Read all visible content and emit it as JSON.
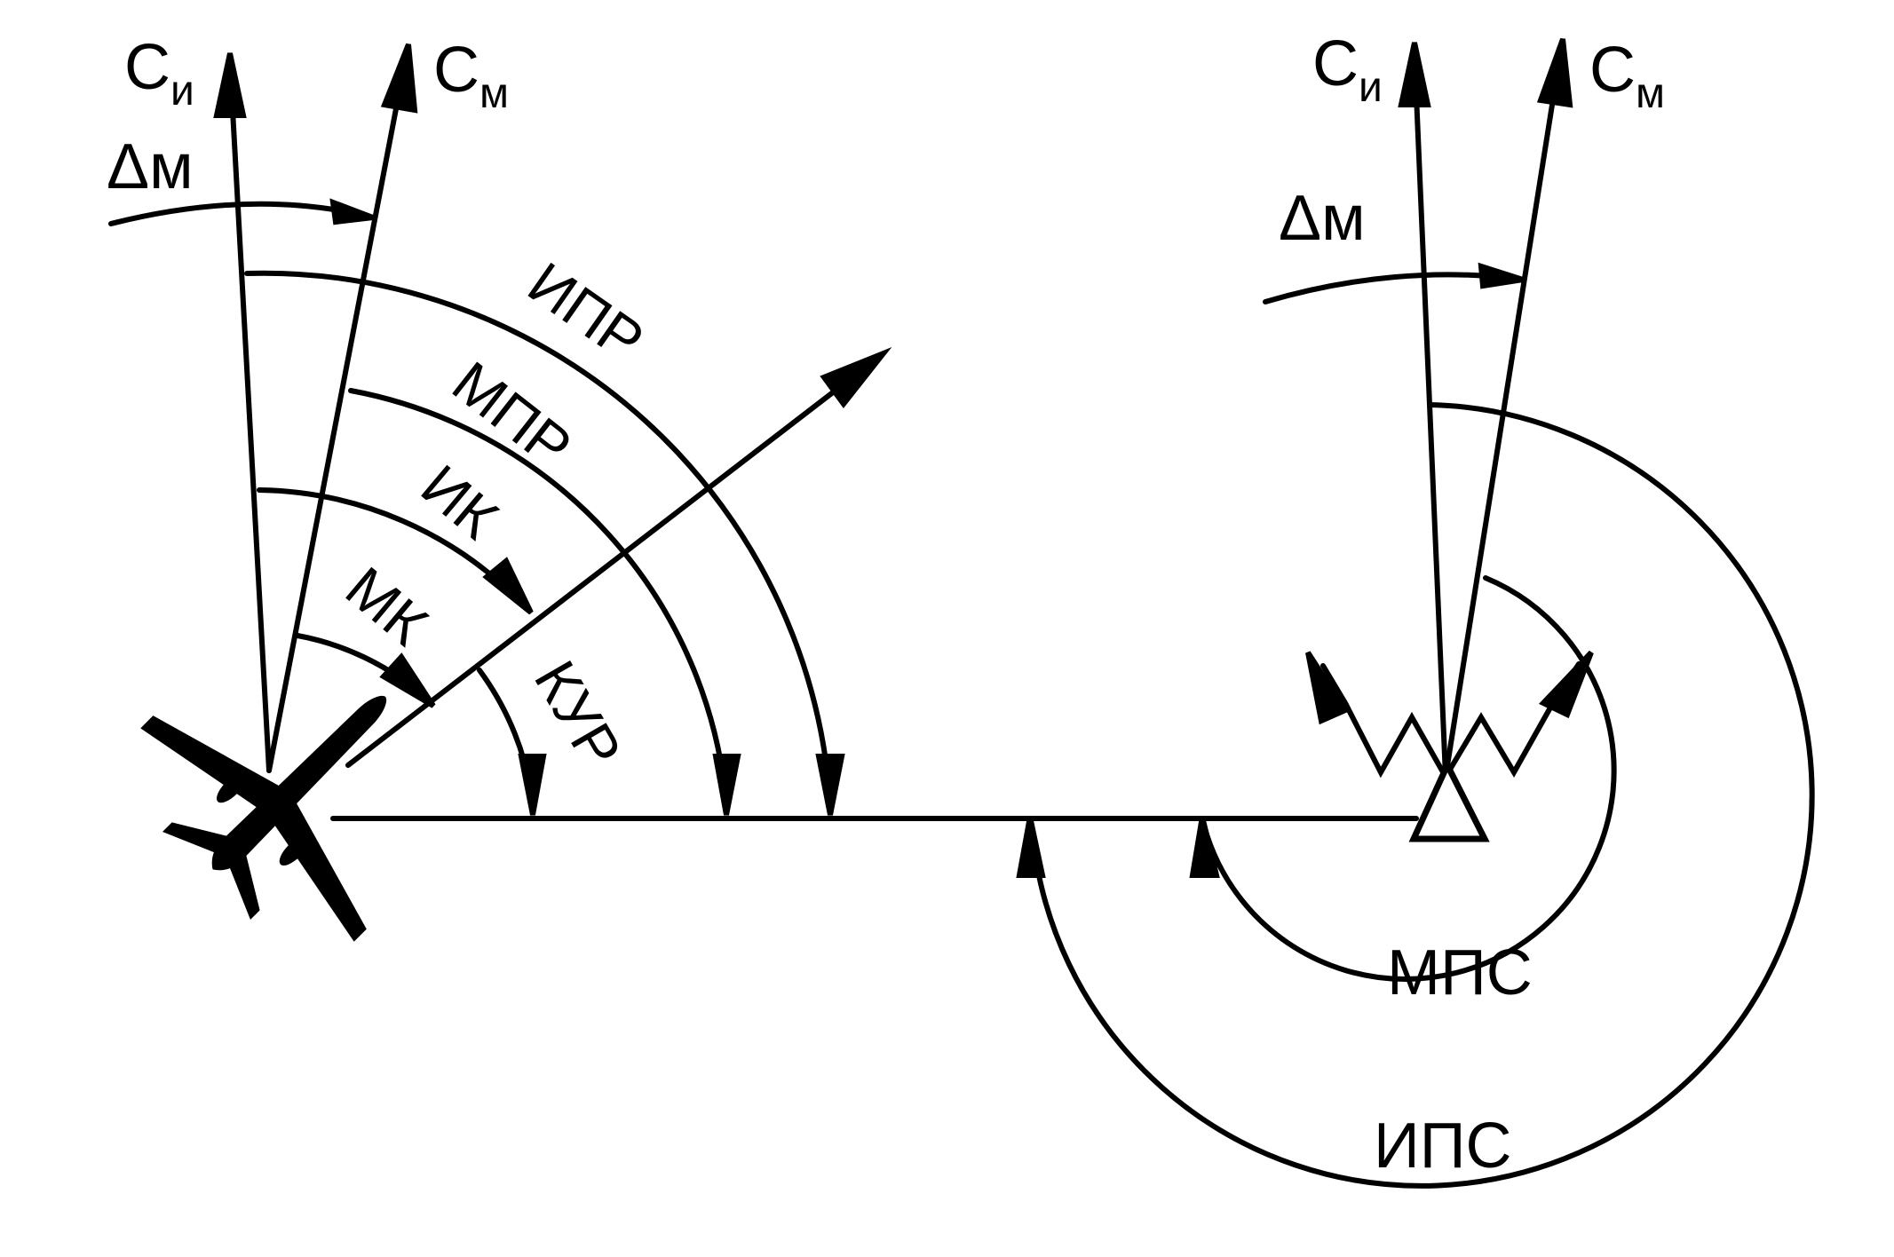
{
  "diagram": {
    "colors": {
      "ink": "#000000",
      "background": "#ffffff"
    },
    "icons": {
      "aircraft": "airplane-icon",
      "station": "triangle-station-icon"
    },
    "left": {
      "true_north": {
        "letter": "С",
        "subscript": "и"
      },
      "magnetic_north": {
        "letter": "С",
        "subscript": "м"
      },
      "declination": "Δм",
      "arcs": {
        "ipr": "ИПР",
        "mpr": "МПР",
        "ik": "ИК",
        "mk": "МК",
        "kur": "КУР"
      }
    },
    "right": {
      "true_north": {
        "letter": "С",
        "subscript": "и"
      },
      "magnetic_north": {
        "letter": "С",
        "subscript": "м"
      },
      "declination": "Δм",
      "arcs": {
        "mps": "МПС",
        "ips": "ИПС"
      }
    }
  }
}
